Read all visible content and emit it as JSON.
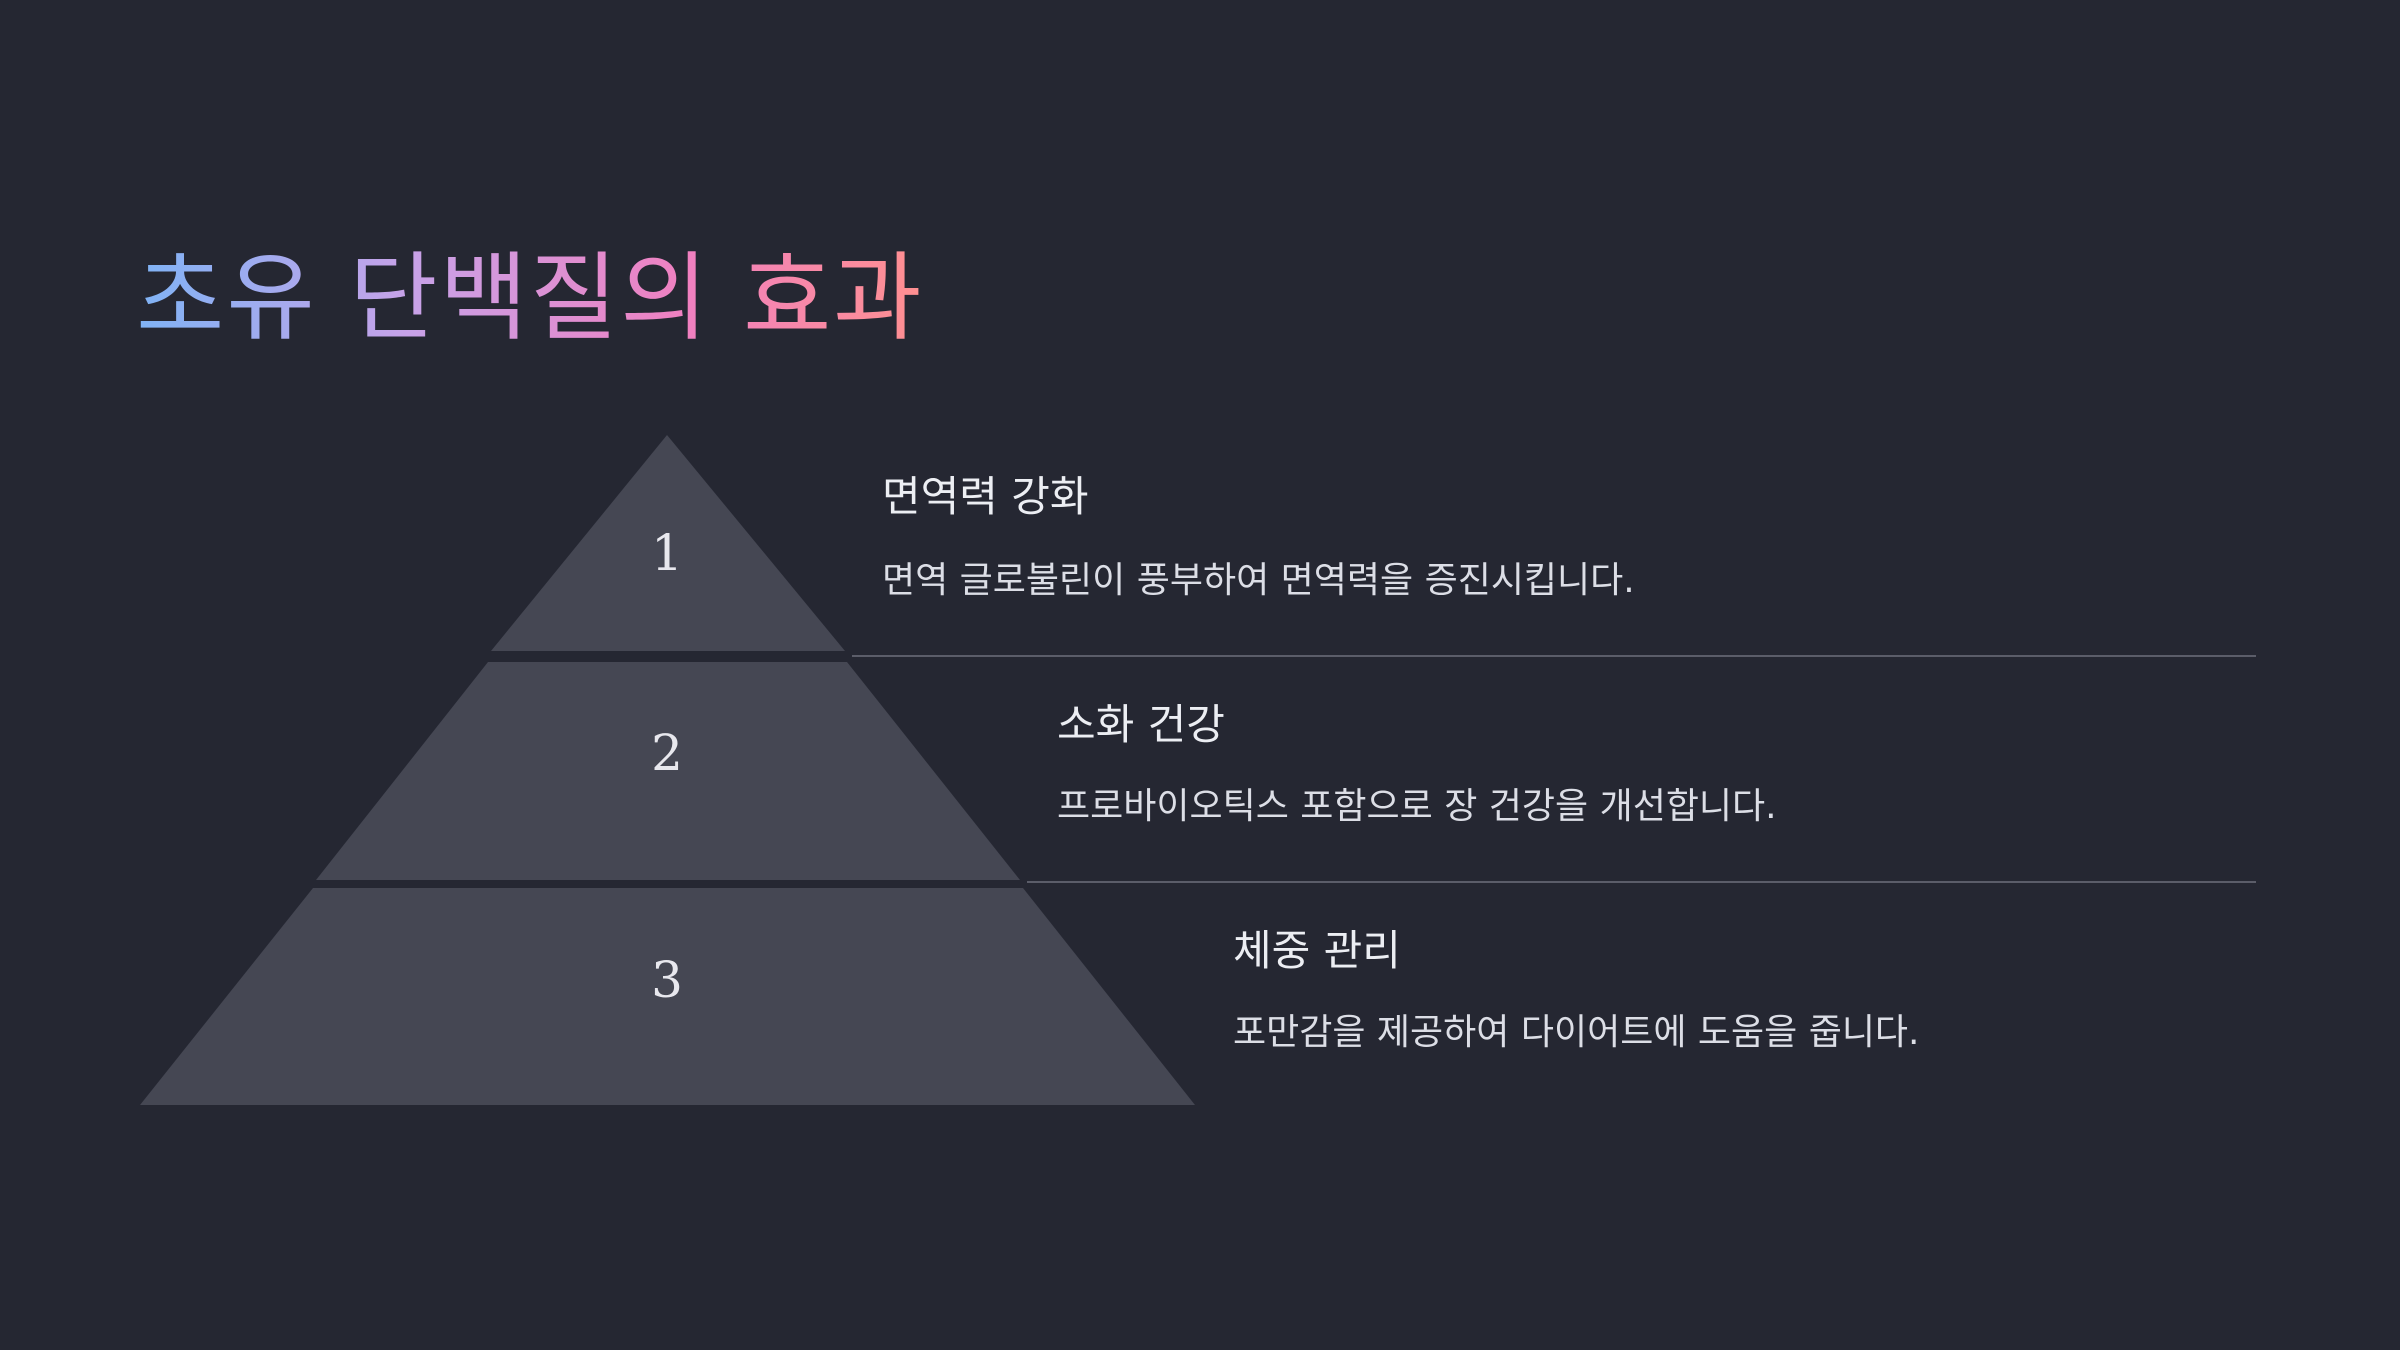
{
  "title": "초유 단백질의 효과",
  "colors": {
    "background": "#252732",
    "tier_fill": "#454753",
    "title_gradient": [
      "#7fb3f5",
      "#c8a2e8",
      "#f080c0",
      "#ff9090"
    ]
  },
  "levels": [
    {
      "number": "1",
      "heading": "면역력 강화",
      "description": "면역 글로불린이 풍부하여 면역력을 증진시킵니다."
    },
    {
      "number": "2",
      "heading": "소화 건강",
      "description": "프로바이오틱스 포함으로 장 건강을 개선합니다."
    },
    {
      "number": "3",
      "heading": "체중 관리",
      "description": "포만감을 제공하여 다이어트에 도움을 줍니다."
    }
  ]
}
